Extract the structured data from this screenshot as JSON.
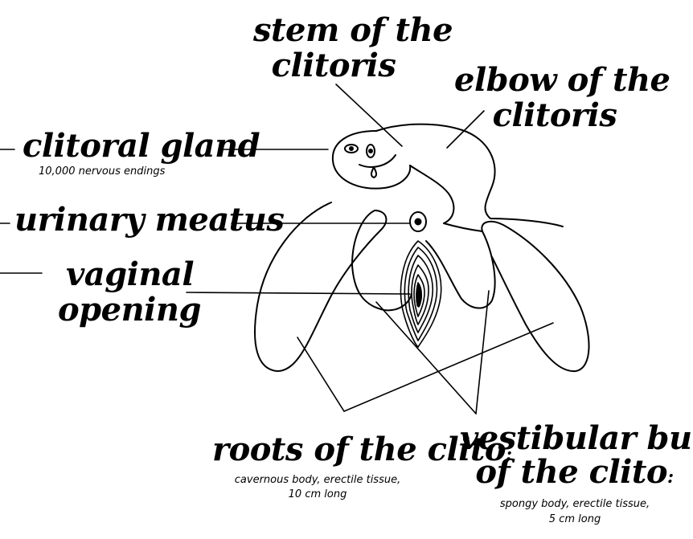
{
  "labels": {
    "stem": {
      "line1": "stem of the",
      "line2": "clitoris"
    },
    "elbow": {
      "line1": "elbow of the",
      "line2": "clitoris"
    },
    "gland": {
      "title": "clitoral gland",
      "note": "10,000 nervous endings"
    },
    "meatus": {
      "title": "urinary meatus"
    },
    "vaginal": {
      "line1": "vaginal",
      "line2": "opening"
    },
    "roots": {
      "title": "roots of the clito",
      "colon": ":",
      "note_line1": "cavernous body, erectile tissue,",
      "note_line2": "10 cm long"
    },
    "bulbs": {
      "line1": "vestibular bulbs",
      "line2": "of the clito",
      "colon": ":",
      "note_line1": "spongy body, erectile tissue,",
      "note_line2": "5 cm long"
    }
  },
  "colors": {
    "ink": "#000000",
    "paper": "#ffffff"
  }
}
